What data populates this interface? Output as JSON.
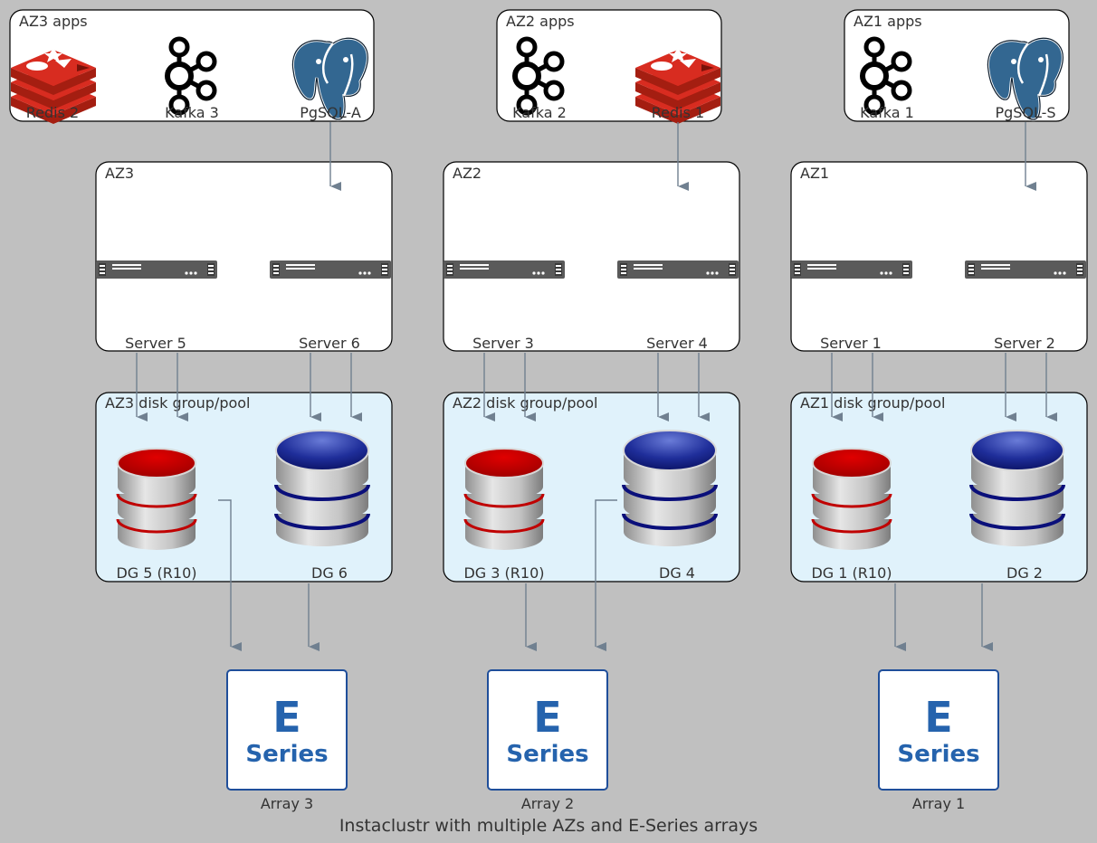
{
  "caption": "Instaclustr with multiple AZs and E-Series arrays",
  "colors": {
    "background": "#c0c0c0",
    "pool_fill": "#e0f2fb",
    "arrow": "#708090",
    "redis_red": "#d82c20",
    "pg_blue": "#336791",
    "eseries_blue": "#2563ad"
  },
  "apps": [
    {
      "title": "AZ3 apps",
      "items": [
        {
          "label": "Redis 2",
          "icon": "redis-icon"
        },
        {
          "label": "Kafka 3",
          "icon": "kafka-icon"
        },
        {
          "label": "PgSQL-A",
          "icon": "postgresql-icon"
        }
      ]
    },
    {
      "title": "AZ2 apps",
      "items": [
        {
          "label": "Kafka 2",
          "icon": "kafka-icon"
        },
        {
          "label": "Redis 1",
          "icon": "redis-icon"
        }
      ]
    },
    {
      "title": "AZ1 apps",
      "items": [
        {
          "label": "Kafka 1",
          "icon": "kafka-icon"
        },
        {
          "label": "PgSQL-S",
          "icon": "postgresql-icon"
        }
      ]
    }
  ],
  "zones": [
    {
      "title": "AZ3",
      "servers": [
        "Server 5",
        "Server 6"
      ]
    },
    {
      "title": "AZ2",
      "servers": [
        "Server 3",
        "Server 4"
      ]
    },
    {
      "title": "AZ1",
      "servers": [
        "Server 1",
        "Server 2"
      ]
    }
  ],
  "pools": [
    {
      "title": "AZ3 disk group/pool",
      "groups": [
        {
          "label": "DG 5 (R10)",
          "color": "red"
        },
        {
          "label": "DG 6",
          "color": "blue"
        }
      ]
    },
    {
      "title": "AZ2 disk group/pool",
      "groups": [
        {
          "label": "DG 3 (R10)",
          "color": "red"
        },
        {
          "label": "DG 4",
          "color": "blue"
        }
      ]
    },
    {
      "title": "AZ1 disk group/pool",
      "groups": [
        {
          "label": "DG 1 (R10)",
          "color": "red"
        },
        {
          "label": "DG 2",
          "color": "blue"
        }
      ]
    }
  ],
  "arrays": [
    {
      "letter": "E",
      "word": "Series",
      "label": "Array 3"
    },
    {
      "letter": "E",
      "word": "Series",
      "label": "Array 2"
    },
    {
      "letter": "E",
      "word": "Series",
      "label": "Array 1"
    }
  ]
}
